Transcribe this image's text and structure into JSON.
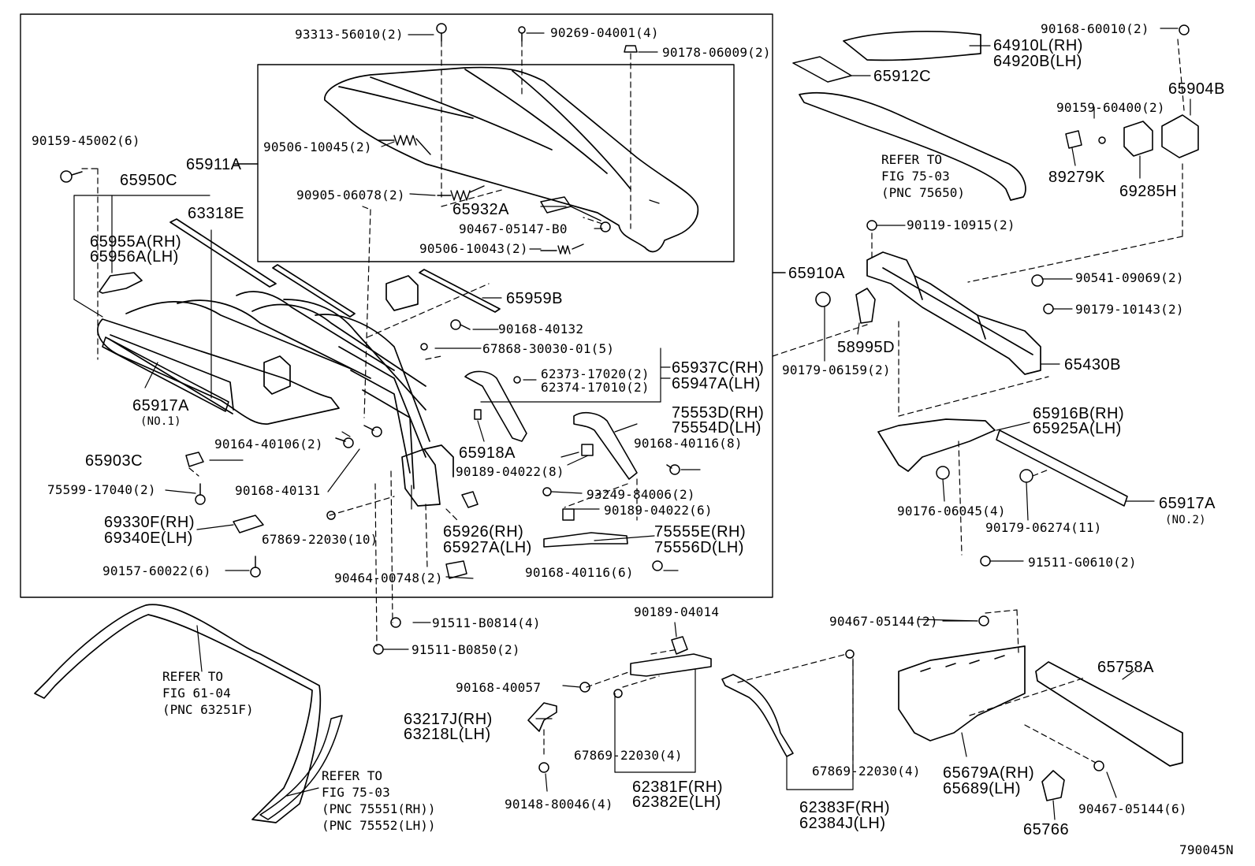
{
  "diagram_id": "790045N",
  "parts": {
    "p93313": "93313-56010(2)",
    "p90269": "90269-04001(4)",
    "p90178": "90178-06009(2)",
    "p90159a": "90159-45002(6)",
    "p65911A": "65911A",
    "p90506a": "90506-10045(2)",
    "p90905": "90905-06078(2)",
    "p65932A": "65932A",
    "p90467a": "90467-05147-B0",
    "p90506b": "90506-10043(2)",
    "p65950C": "65950C",
    "p63318E": "63318E",
    "p65955A": "65955A(RH)",
    "p65956A": "65956A(LH)",
    "p65959B": "65959B",
    "p90168a": "90168-40132",
    "p67868": "67868-30030-01(5)",
    "p62373": "62373-17020(2)",
    "p62374": "62374-17010(2)",
    "p65937C": "65937C(RH)",
    "p65947A": "65947A(LH)",
    "p65917A1": "65917A",
    "p65917A1n": "(NO.1)",
    "p65903C": "65903C",
    "p90164": "90164-40106(2)",
    "p90168b": "90168-40131",
    "p75599": "75599-17040(2)",
    "p69330F": "69330F(RH)",
    "p69340E": "69340E(LH)",
    "p67869a": "67869-22030(10)",
    "p90157": "90157-60022(6)",
    "p65918A": "65918A",
    "p90189a": "90189-04022(8)",
    "p75553D": "75553D(RH)",
    "p75554D": "75554D(LH)",
    "p90168c": "90168-40116(8)",
    "p93249": "93249-84006(2)",
    "p90189b": "90189-04022(6)",
    "p65926": "65926(RH)",
    "p65927A": "65927A(LH)",
    "p75555E": "75555E(RH)",
    "p75556D": "75556D(LH)",
    "p90464": "90464-00748(2)",
    "p90168d": "90168-40116(6)",
    "p91511a": "91511-B0814(4)",
    "p91511b": "91511-B0850(2)",
    "p64910L": "64910L(RH)",
    "p64920B": "64920B(LH)",
    "p65912C": "65912C",
    "p90168e": "90168-60010(2)",
    "p65904B": "65904B",
    "p90159b": "90159-60400(2)",
    "p89279K": "89279K",
    "p69285H": "69285H",
    "p90119": "90119-10915(2)",
    "p65910A": "65910A",
    "p90541": "90541-09069(2)",
    "p90179a": "90179-10143(2)",
    "p58995D": "58995D",
    "p90179b": "90179-06159(2)",
    "p65430B": "65430B",
    "p65916B": "65916B(RH)",
    "p65925A": "65925A(LH)",
    "p90176": "90176-06045(4)",
    "p90179c": "90179-06274(11)",
    "p65917A2": "65917A",
    "p65917A2n": "(NO.2)",
    "p91511c": "91511-G0610(2)",
    "p90189c": "90189-04014",
    "p90467b": "90467-05144(2)",
    "p90168f": "90168-40057",
    "p63217J": "63217J(RH)",
    "p63218L": "63218L(LH)",
    "p67869b": "67869-22030(4)",
    "p90148": "90148-80046(4)",
    "p62381F": "62381F(RH)",
    "p62382E": "62382E(LH)",
    "p67869c": "67869-22030(4)",
    "p62383F": "62383F(RH)",
    "p62384J": "62384J(LH)",
    "p65758A": "65758A",
    "p65679A": "65679A(RH)",
    "p65689": "65689(LH)",
    "p90467c": "90467-05144(6)",
    "p65766": "65766"
  },
  "refs": {
    "r75650": [
      "REFER TO",
      "FIG 75-03",
      "(PNC 75650)"
    ],
    "r63251": [
      "REFER TO",
      "FIG 61-04",
      "(PNC 63251F)"
    ],
    "r7555x": [
      "REFER TO",
      "FIG 75-03",
      "(PNC 75551(RH))",
      "(PNC 75552(LH))"
    ]
  }
}
